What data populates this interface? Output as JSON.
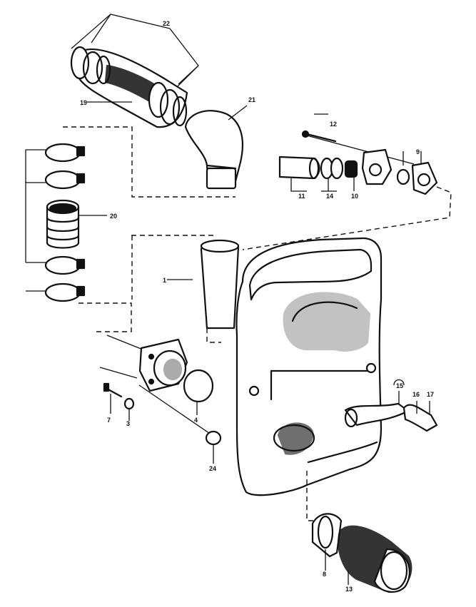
{
  "callouts": {
    "c22": "22",
    "c19": "19",
    "c21": "21",
    "c12": "12",
    "c20": "20",
    "c1": "1",
    "c9": "9",
    "c11": "11",
    "c10": "10",
    "c14": "14",
    "c7": "7",
    "c3": "3",
    "c4": "4",
    "c24": "24",
    "c15": "15",
    "c16": "16",
    "c17": "17",
    "c8": "8",
    "c13": "13"
  }
}
